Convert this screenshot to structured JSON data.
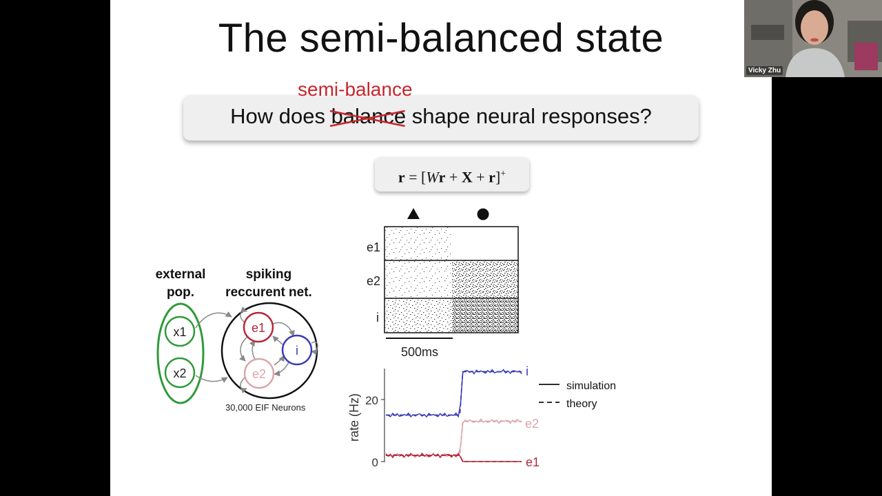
{
  "slide": {
    "title": "The semi-balanced state",
    "question": {
      "before": "How does ",
      "struck_word": "balance",
      "after": " shape neural responses?",
      "replacement": "semi-balance"
    },
    "equation": {
      "lhs": "r",
      "equals": " = [",
      "w": "W",
      "r1": "r",
      "plus1": " + ",
      "x": "X",
      "plus2": " + ",
      "r2": "r",
      "close": "]",
      "sup": "+"
    },
    "network": {
      "external_label_line1": "external",
      "external_label_line2": "pop.",
      "spiking_label_line1": "spiking",
      "spiking_label_line2": "reccurent net.",
      "nodes": {
        "x1": "x1",
        "x2": "x2",
        "e1": "e1",
        "e2": "e2",
        "i": "i"
      },
      "caption": "30,000 EIF Neurons"
    },
    "raster": {
      "markers": [
        "triangle",
        "circle"
      ],
      "rows": [
        "e1",
        "e2",
        "i"
      ],
      "scale_label": "500ms"
    },
    "rate_chart": {
      "ylabel": "rate (Hz)",
      "yticks": [
        "0",
        "20"
      ],
      "legend_simulation": "simulation",
      "legend_theory": "theory",
      "series_labels": {
        "i": "i",
        "e2": "e2",
        "e1": "e1"
      }
    },
    "colors": {
      "e1": "#b52738",
      "e2": "#d9a6aa",
      "i": "#3a3bb8",
      "external": "#2e9a3a",
      "highlight": "#c8262c"
    }
  },
  "chart_data": {
    "type": "line",
    "ylabel": "rate (Hz)",
    "xlabel": "",
    "yticks": [
      0,
      20
    ],
    "ylim": [
      0,
      30
    ],
    "x_ms": [
      0,
      100,
      200,
      300,
      400,
      490,
      510,
      600,
      700,
      800,
      900
    ],
    "series": [
      {
        "name": "i",
        "values": [
          15,
          15,
          15,
          15,
          15,
          15,
          29,
          29,
          29,
          29,
          29
        ]
      },
      {
        "name": "e2",
        "values": [
          2,
          2,
          2,
          2,
          2,
          2,
          13,
          13,
          13,
          13,
          13
        ]
      },
      {
        "name": "e1",
        "values": [
          2,
          2,
          2,
          2,
          2,
          2,
          0,
          0,
          0,
          0,
          0
        ]
      }
    ]
  },
  "participant": {
    "name": "Vicky Zhu"
  }
}
